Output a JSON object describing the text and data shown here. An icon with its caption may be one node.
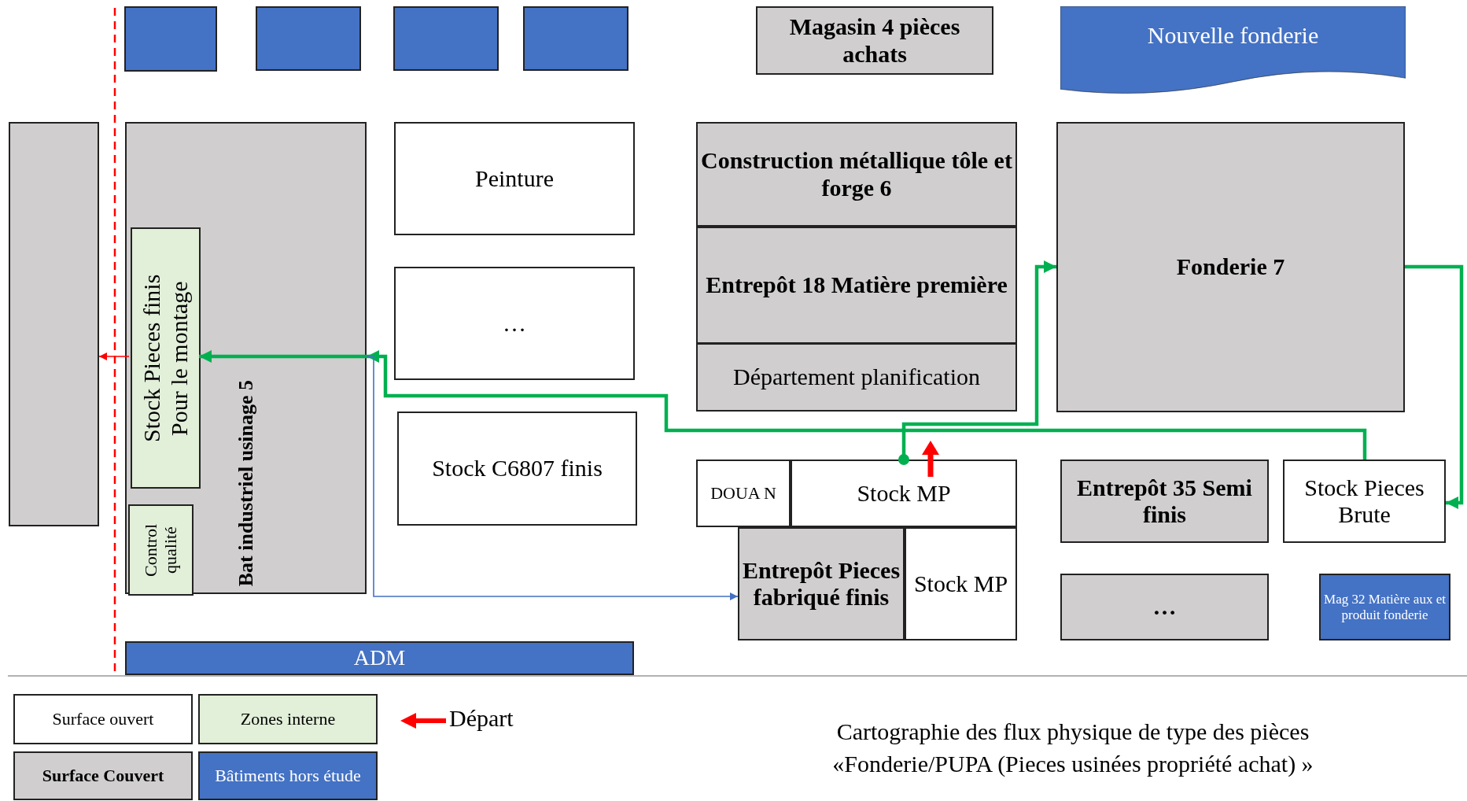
{
  "diagram": {
    "caption": "Cartographie des flux physique de type des pièces «Fonderie/PUPA (Pieces usinées propriété achat) »",
    "nodes": [
      {
        "text": [],
        "shape": "box"
      },
      {
        "text": [],
        "shape": "box"
      },
      {
        "text": [],
        "shape": "box"
      },
      {
        "text": [],
        "shape": "box"
      },
      {
        "text": [
          "Magasin 4 pièces achats"
        ]
      },
      {
        "text": [
          "Nouvelle fonderie"
        ]
      },
      {
        "text": [],
        "shape": "box"
      },
      {
        "text": [
          "Bat industriel usinage 5"
        ]
      },
      {
        "text": [
          "Stock Pieces finis Pour le montage"
        ],
        "in": 7
      },
      {
        "text": [
          "Control qualité"
        ],
        "in": 7
      },
      {
        "text": [
          "Peinture"
        ]
      },
      {
        "text": [
          "…"
        ]
      },
      {
        "text": [
          "Stock C6807 finis"
        ]
      },
      {
        "text": [
          "Construction métallique tôle et forge 6"
        ]
      },
      {
        "text": [
          "Entrepôt 18 Matière première"
        ]
      },
      {
        "text": [
          "Département planification"
        ]
      },
      {
        "text": [
          "Fonderie 7"
        ]
      },
      {
        "text": [
          "DOUA N"
        ]
      },
      {
        "text": [
          "Stock MP"
        ]
      },
      {
        "text": [
          "Entrepôt 35 Semi finis"
        ]
      },
      {
        "text": [
          "Stock Pieces Brute"
        ]
      },
      {
        "text": [
          "Entrepôt Pieces fabriqué finis"
        ]
      },
      {
        "text": [
          "Stock MP"
        ]
      },
      {
        "text": [
          "…"
        ]
      },
      {
        "text": [
          "Mag 32 Matière aux et produit fonderie"
        ]
      },
      {
        "text": [
          "ADM"
        ]
      }
    ],
    "edges": [
      {
        "from": 18,
        "to": 16,
        "arrow": "to"
      },
      {
        "from": 16,
        "to": 20,
        "arrow": "to"
      },
      {
        "from": 20,
        "to": 7,
        "arrow": "to"
      },
      {
        "from": 7,
        "to": 8,
        "arrow": "to"
      },
      {
        "from": 7,
        "to": 21,
        "arrow": "to",
        "color": "#4472c4"
      },
      {
        "from": 8,
        "to": 6,
        "arrow": "to",
        "color": "#ff0000"
      }
    ],
    "legend": [
      {
        "text": "Surface ouvert",
        "color": "#ffffff"
      },
      {
        "text": "Zones interne",
        "color": "#e2efd9"
      },
      {
        "text": "Départ"
      },
      {
        "text": "Surface Couvert",
        "color": "#d0cece"
      },
      {
        "text": "Bâtiments hors étude",
        "color": "#4472c4"
      }
    ]
  }
}
